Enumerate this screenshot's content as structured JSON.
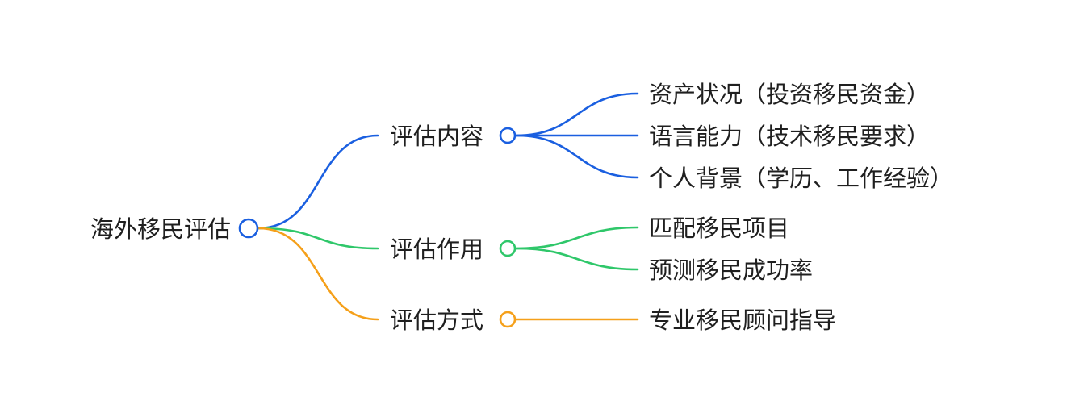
{
  "root": {
    "label": "海外移民评估",
    "color": "#1a5fe0"
  },
  "branches": [
    {
      "label": "评估内容",
      "color": "#1a5fe0",
      "children": [
        "资产状况（投资移民资金）",
        "语言能力（技术移民要求）",
        "个人背景（学历、工作经验）"
      ]
    },
    {
      "label": "评估作用",
      "color": "#2fc76a",
      "children": [
        "匹配移民项目",
        "预测移民成功率"
      ]
    },
    {
      "label": "评估方式",
      "color": "#f5a01a",
      "children": [
        "专业移民顾问指导"
      ]
    }
  ]
}
